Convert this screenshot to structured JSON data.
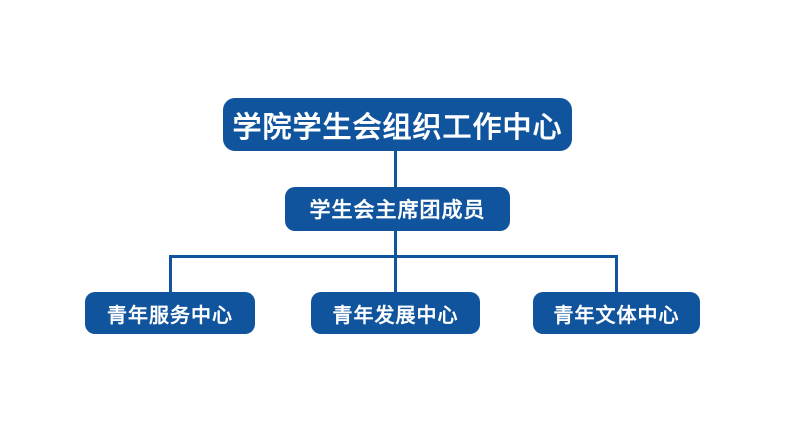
{
  "org_chart": {
    "root": {
      "label": "学院学生会组织工作中心"
    },
    "level2": {
      "label": "学生会主席团成员"
    },
    "level3": [
      {
        "label": "青年服务中心"
      },
      {
        "label": "青年发展中心"
      },
      {
        "label": "青年文体中心"
      }
    ]
  },
  "colors": {
    "background": "#FFFFFF",
    "box": "#10549E",
    "line": "#10549E",
    "text": "#FFFFFF"
  }
}
